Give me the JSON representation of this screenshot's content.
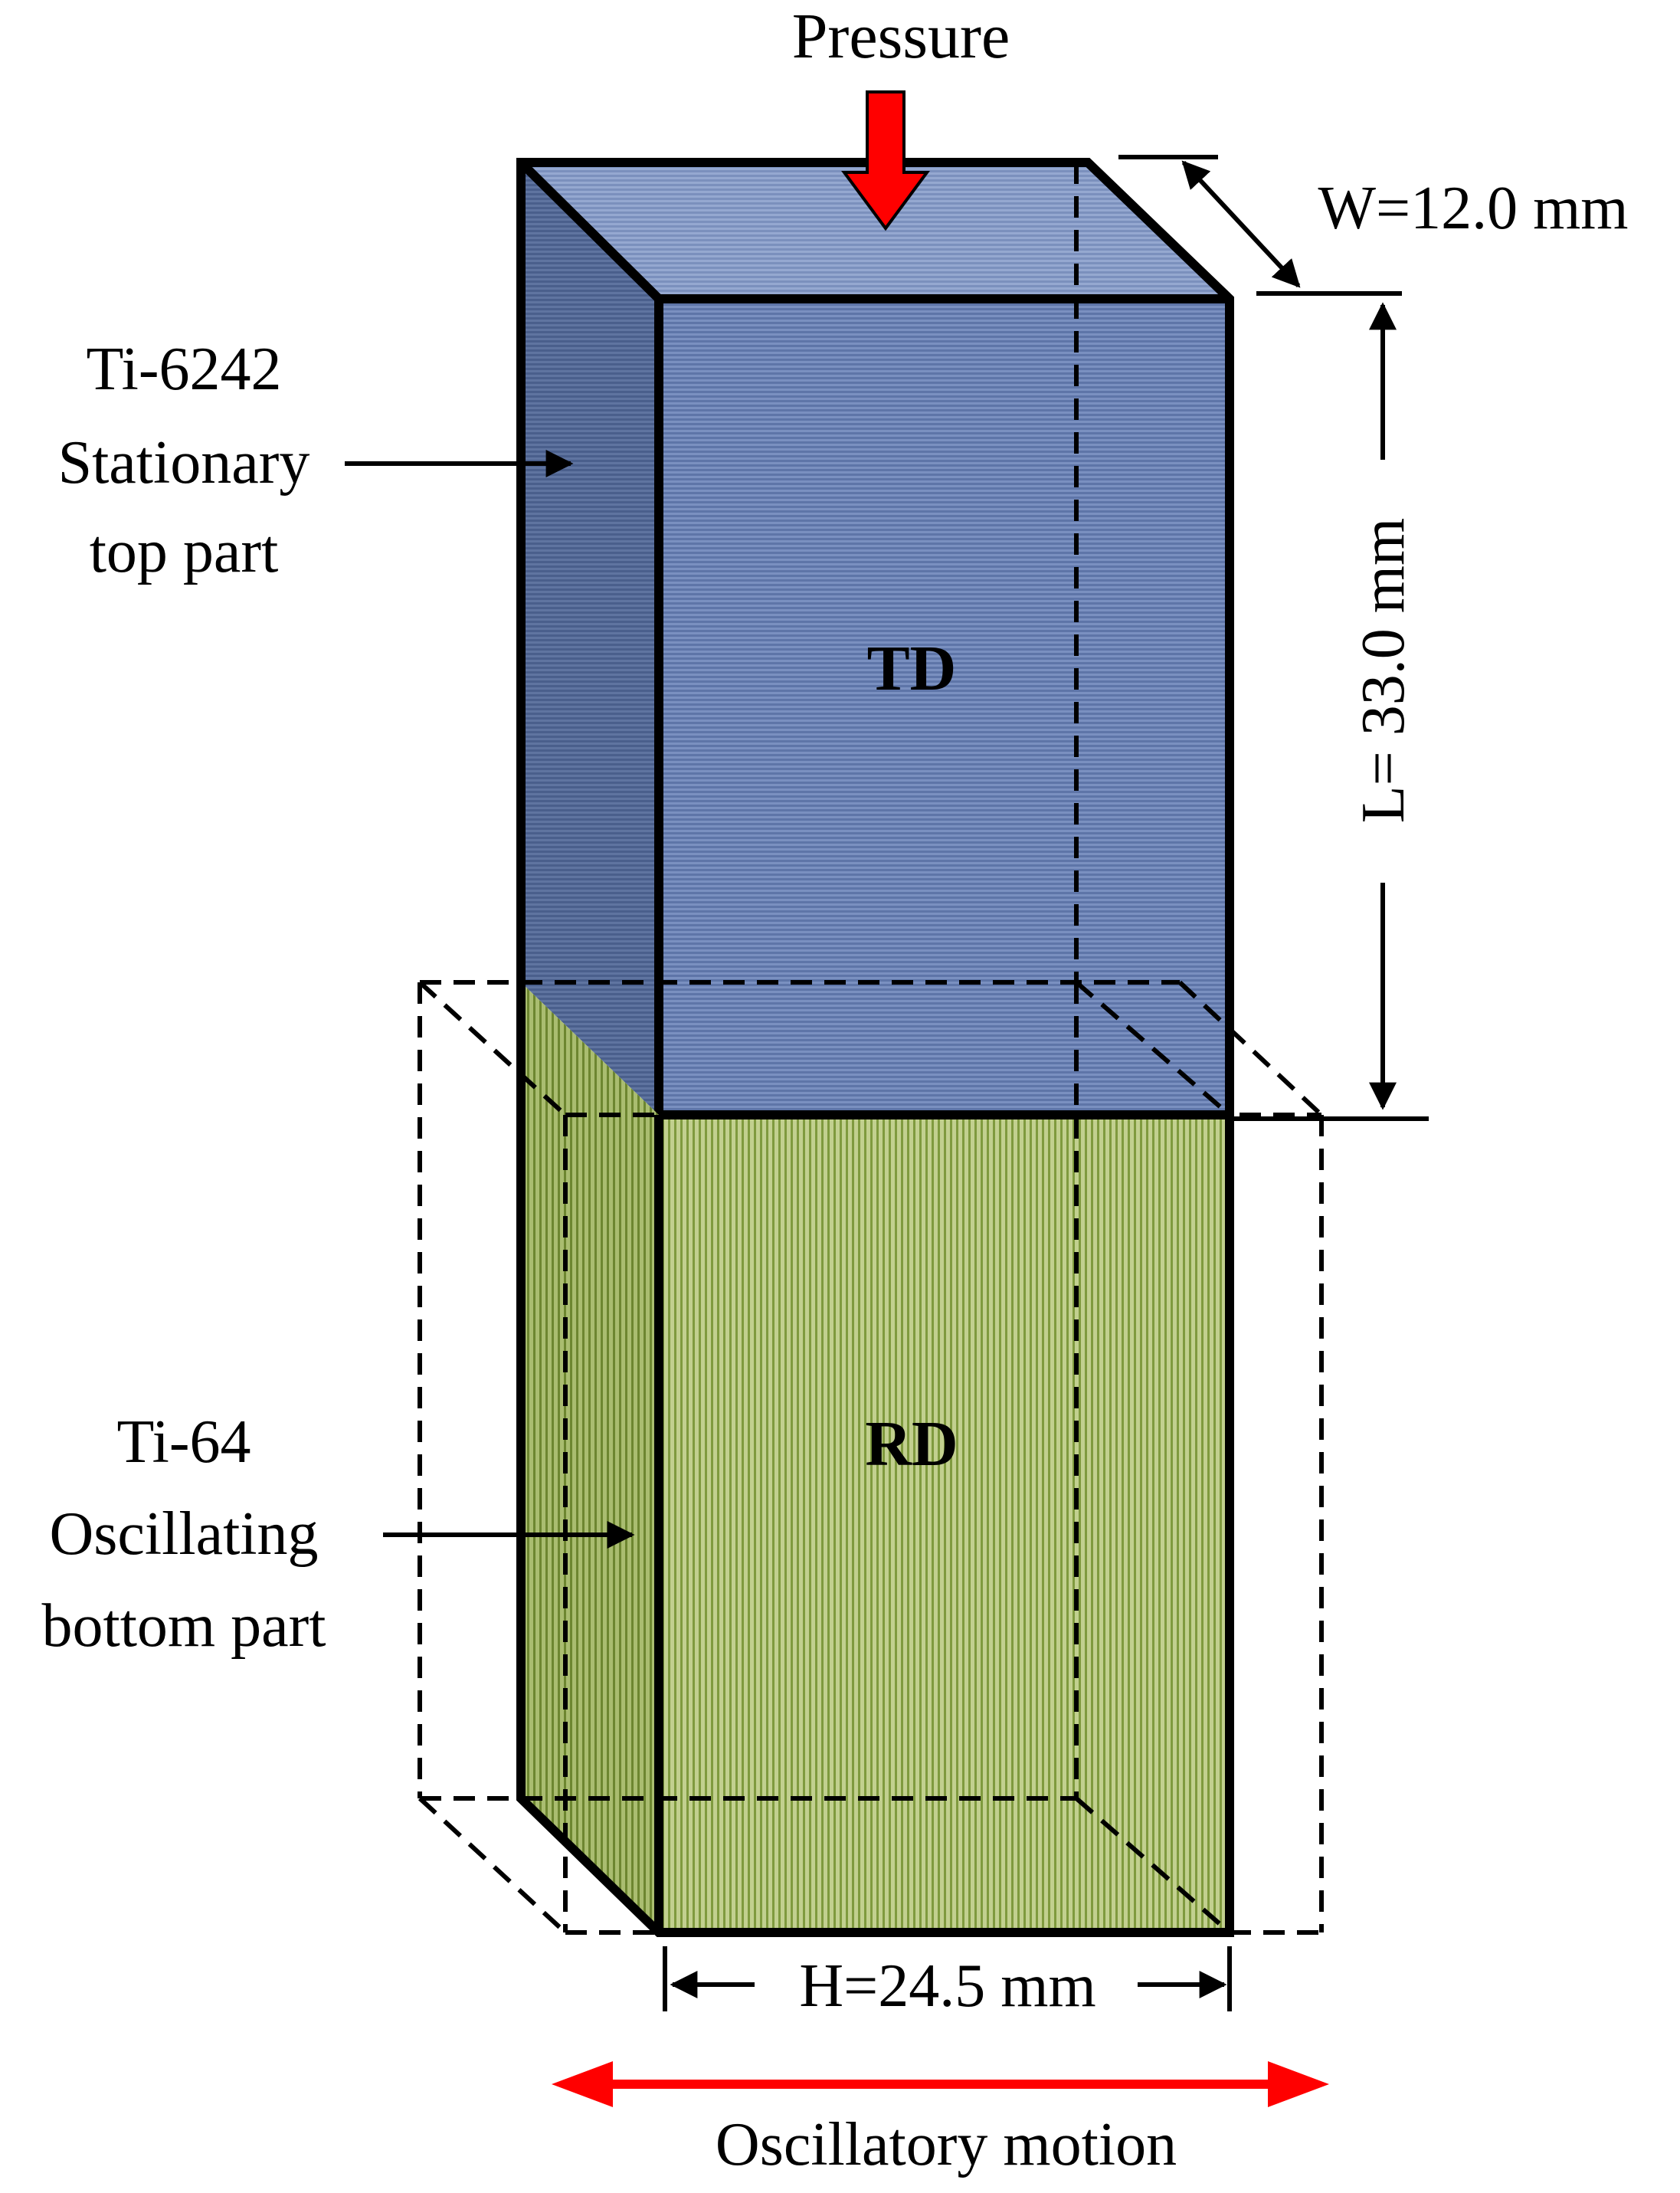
{
  "labels": {
    "pressure": "Pressure",
    "width": "W=12.0 mm",
    "length": "L= 33.0 mm",
    "height": "H=24.5 mm",
    "top_face": "TD",
    "bottom_face": "RD",
    "motion": "Oscillatory motion",
    "top_material": [
      "Ti-6242",
      "Stationary",
      "top part"
    ],
    "bottom_material": [
      "Ti-64",
      "Oscillating",
      "bottom part"
    ]
  },
  "colors": {
    "top_part": "#6f86b8",
    "bottom_part": "#a6bb6c",
    "pressure_arrow": "#ff0000",
    "motion_arrow": "#ff0000",
    "outline": "#000000"
  }
}
